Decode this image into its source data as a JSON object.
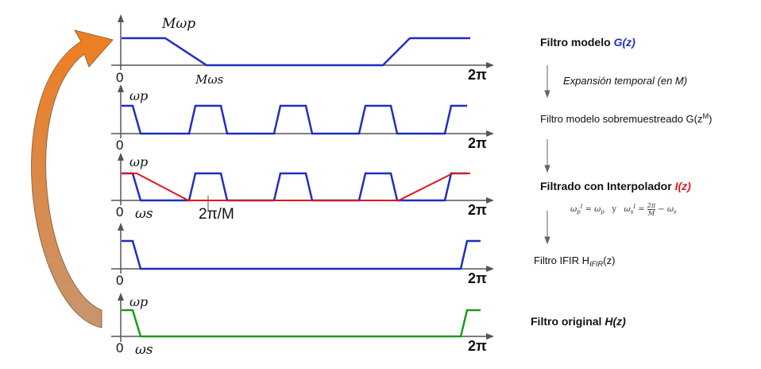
{
  "colors": {
    "blue": "#1f2fbf",
    "red": "#e0161b",
    "green": "#1d9a1d",
    "axis": "#555555",
    "arrow_top": "#f07d1f",
    "arrow_bottom": "#c8956e"
  },
  "axes": {
    "origin": "0",
    "end": "2π"
  },
  "plot1": {
    "top_label": "Mωp",
    "bottom_label": "Mωs"
  },
  "plot2": {
    "top_label": "ωp"
  },
  "plot3": {
    "top_label": "ωp",
    "omega_s": "ωs",
    "two_pi_m": "2π/M"
  },
  "plot5": {
    "top_label": "ωp",
    "omega_s": "ωs"
  },
  "right": {
    "step1": {
      "text": "Filtro modelo ",
      "fn": "G(z)"
    },
    "arrow1_text": "Expansión temporal (en M)",
    "step2": {
      "text": "Filtro modelo sobremuestreado G(z",
      "exp": "M",
      "close": ")"
    },
    "step3": {
      "text": "Filtrado con Interpolador ",
      "fn": "I(z)"
    },
    "formula": {
      "wp": "ω",
      "p_sub": "p",
      "i_sup": "I",
      "eq1": " = ω",
      "p2_sub": "p",
      "y": "y",
      "ws": "ω",
      "s_sub": "s",
      "i2_sup": "I",
      "eq2": " = ",
      "frac_num": "2π",
      "frac_den": "M",
      "tail": " − ω",
      "s2_sub": "s"
    },
    "step4": {
      "text": "Filtro IFIR H",
      "sub": "IFIR",
      "close": "(z)"
    },
    "step5": {
      "text": "Filtro original ",
      "fn": "H(z)"
    }
  }
}
